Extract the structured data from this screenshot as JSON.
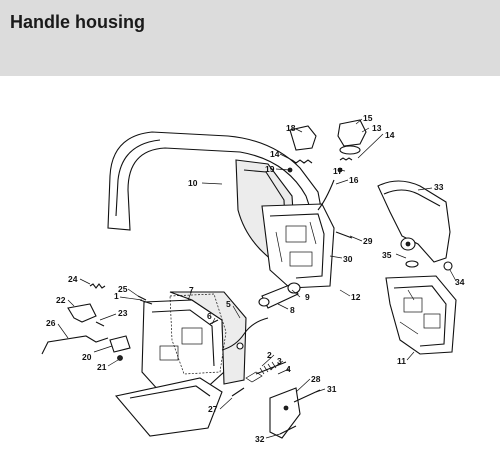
{
  "page": {
    "title": "Handle housing"
  },
  "diagram": {
    "callouts": [
      "1",
      "2",
      "3",
      "4",
      "5",
      "6",
      "7",
      "8",
      "9",
      "10",
      "11",
      "12",
      "13",
      "14",
      "14",
      "15",
      "16",
      "17",
      "18",
      "19",
      "20",
      "21",
      "22",
      "23",
      "24",
      "25",
      "26",
      "27",
      "28",
      "29",
      "30",
      "31",
      "32",
      "33",
      "34",
      "35"
    ]
  }
}
